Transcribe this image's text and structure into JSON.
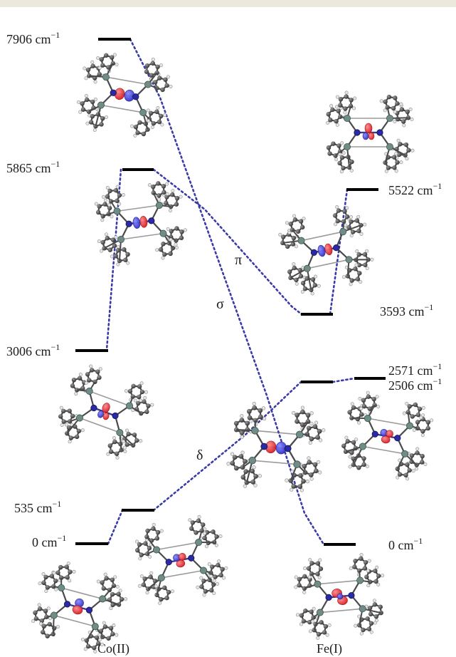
{
  "colors": {
    "background": "#ffffff",
    "header_band": "#ece9dc",
    "connector": "#3b3ba8",
    "orbital_red": "#e0202a",
    "orbital_blue": "#3b3bd6",
    "nitrogen": "#2a2aa8",
    "phosphorus": "#6f8c86",
    "carbon": "#3c3c3c",
    "hydrogen": "#e6e6e6"
  },
  "left_column": {
    "header": "Co(II)",
    "levels": [
      {
        "value": "7906",
        "unit": "cm",
        "exp": "−1"
      },
      {
        "value": "5865",
        "unit": "cm",
        "exp": "−1"
      },
      {
        "value": "3006",
        "unit": "cm",
        "exp": "−1"
      },
      {
        "value": "535",
        "unit": "cm",
        "exp": "−1"
      },
      {
        "value": "0",
        "unit": "cm",
        "exp": "−1"
      }
    ]
  },
  "right_column": {
    "header": "Fe(I)",
    "levels": [
      {
        "value": "5522",
        "unit": "cm",
        "exp": "−1"
      },
      {
        "value": "3593",
        "unit": "cm",
        "exp": "−1"
      },
      {
        "value": "2571",
        "unit": "cm",
        "exp": "−1"
      },
      {
        "value": "2506",
        "unit": "cm",
        "exp": "−1"
      },
      {
        "value": "0",
        "unit": "cm",
        "exp": "−1"
      }
    ]
  },
  "symmetry_labels": {
    "pi": "π",
    "sigma": "σ",
    "delta": "δ"
  },
  "molecules": [
    {
      "name": "co-7906",
      "orbital": "sigma"
    },
    {
      "name": "co-5865",
      "orbital": "pi"
    },
    {
      "name": "co-3006",
      "orbital": "pi-vertical"
    },
    {
      "name": "co-535",
      "orbital": "delta"
    },
    {
      "name": "co-0",
      "orbital": "dz2"
    },
    {
      "name": "fe-5522",
      "orbital": "pi-vertical"
    },
    {
      "name": "fe-3593",
      "orbital": "pi"
    },
    {
      "name": "fe-center",
      "orbital": "sigma"
    },
    {
      "name": "fe-2506",
      "orbital": "delta"
    },
    {
      "name": "fe-0",
      "orbital": "dz2-horizontal"
    }
  ]
}
